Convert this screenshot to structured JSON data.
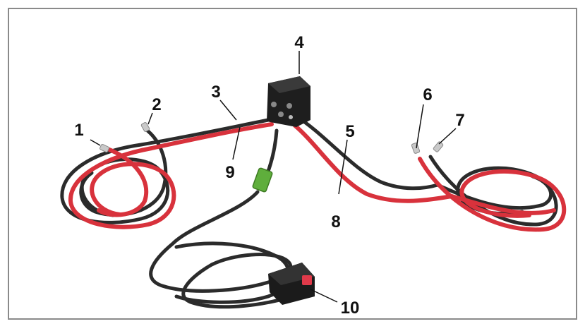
{
  "diagram": {
    "colors": {
      "background": "#ffffff",
      "border": "#8a8a8a",
      "black_wire": "#2b2b2b",
      "red_wire": "#d8323c",
      "relay_box": "#1e1e1e",
      "connector_green": "#5fae3c",
      "plug_red": "#e03a4a",
      "label": "#111111"
    },
    "labels": [
      "1",
      "2",
      "3",
      "4",
      "5",
      "6",
      "7",
      "8",
      "9",
      "10"
    ],
    "parts": [
      "ring-terminal-1",
      "ring-terminal-2",
      "black-wire",
      "relay-box",
      "black-wire",
      "red-wire-terminal",
      "black-wire-terminal",
      "red-wire",
      "red-wire",
      "rocker-switch-plug"
    ]
  }
}
